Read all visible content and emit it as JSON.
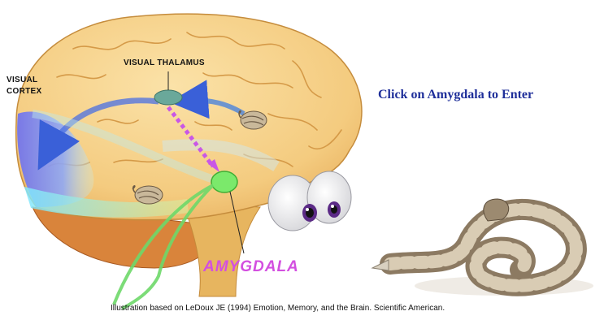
{
  "labels": {
    "visual_cortex": "VISUAL\nCORTEX",
    "visual_thalamus": "VISUAL THALAMUS",
    "amygdala": "AMYGDALA"
  },
  "enter_link": "Click on Amygdala to Enter",
  "credit": "Illustration based on LeDoux JE (1994) Emotion, Memory, and the Brain. Scientific American.",
  "colors": {
    "brain": "#f6d089",
    "cerebellum": "#d9843b",
    "amygdala_label": "#d34fe0",
    "enter_link": "#1f2f9a",
    "cortex_region": "#6f74f2",
    "amygdala_node": "#7be96b",
    "thalamus_node": "#5f9e8e"
  },
  "icons": [
    "snake-icon",
    "eyes-icon",
    "rattlesnake-image"
  ]
}
